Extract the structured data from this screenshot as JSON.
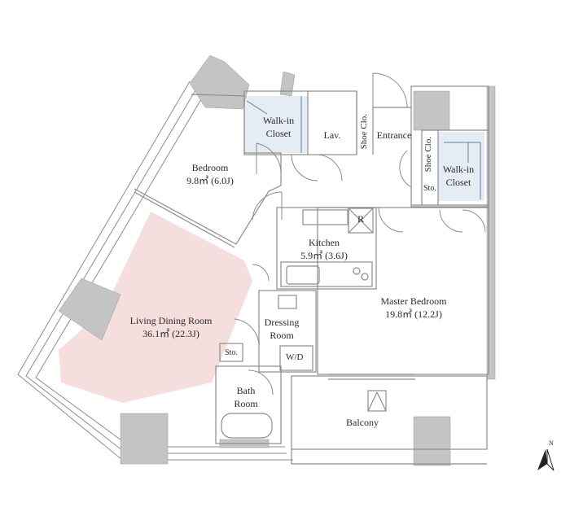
{
  "colors": {
    "wall": "#c4c4c4",
    "wall_dark": "#b3b3b3",
    "living_fill": "#f4dede",
    "closet_fill": "#e6ecf4",
    "line": "#8c8c8c",
    "text": "#2a2a2a"
  },
  "rooms": {
    "bedroom": {
      "name": "Bedroom",
      "area": "9.8㎡ (6.0J)"
    },
    "walkin_left": {
      "name_line1": "Walk-in",
      "name_line2": "Closet"
    },
    "lav": {
      "name": "Lav."
    },
    "shoe_left": {
      "name": "Shoe Clo."
    },
    "entrance": {
      "name": "Entrance"
    },
    "shoe_right": {
      "name": "Shoe Clo."
    },
    "walkin_right": {
      "name_line1": "Walk-in",
      "name_line2": "Closet"
    },
    "sto_upper": {
      "name": "Sto."
    },
    "refrigerator": {
      "name": "R"
    },
    "kitchen": {
      "name": "Kitchen",
      "area": "5.9㎡ (3.6J)"
    },
    "master_bedroom": {
      "name": "Master Bedroom",
      "area": "19.8㎡ (12.2J)"
    },
    "living": {
      "name": "Living Dining Room",
      "area": "36.1㎡ (22.3J)"
    },
    "dressing": {
      "name_line1": "Dressing",
      "name_line2": "Room"
    },
    "washer": {
      "name": "W/D"
    },
    "sto_lower": {
      "name": "Sto."
    },
    "bath": {
      "name_line1": "Bath",
      "name_line2": "Room"
    },
    "balcony": {
      "name": "Balcony"
    }
  },
  "compass": {
    "label": "N",
    "icon": "north-arrow-icon"
  }
}
